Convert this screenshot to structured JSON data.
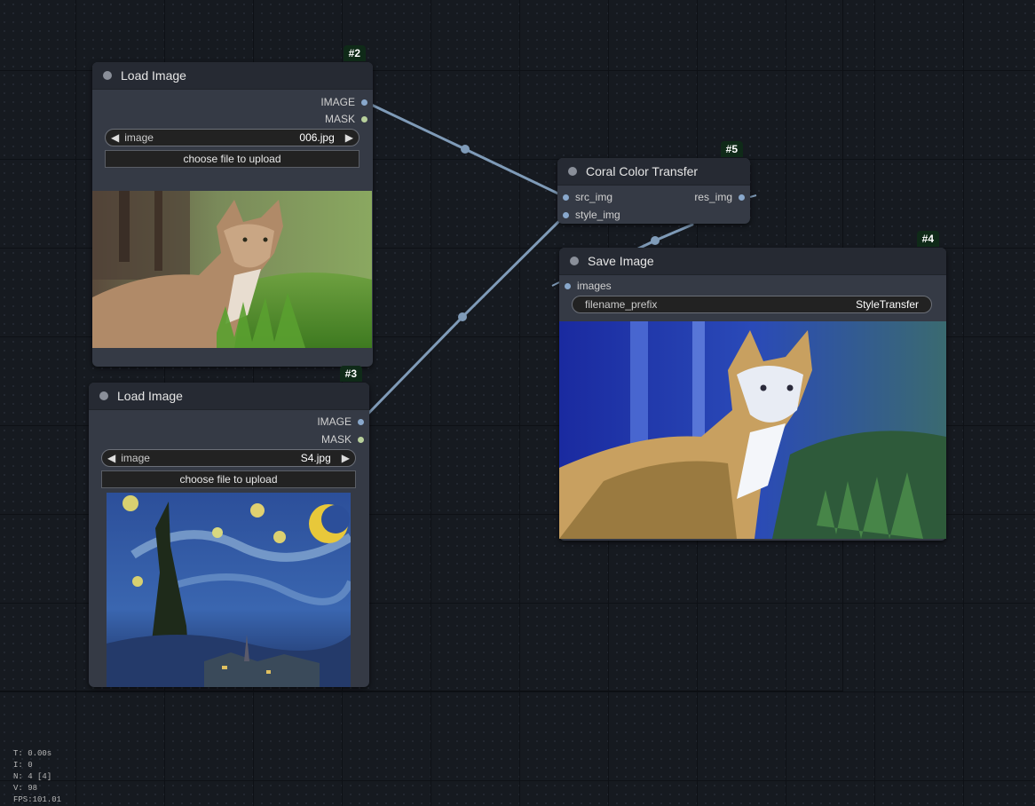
{
  "nodes": {
    "load_image_a": {
      "id": "#2",
      "title": "Load Image",
      "outputs": [
        "IMAGE",
        "MASK"
      ],
      "widget_label": "image",
      "widget_value": "006.jpg",
      "upload_label": "choose file to upload"
    },
    "load_image_b": {
      "id": "#3",
      "title": "Load Image",
      "outputs": [
        "IMAGE",
        "MASK"
      ],
      "widget_label": "image",
      "widget_value": "S4.jpg",
      "upload_label": "choose file to upload"
    },
    "coral": {
      "id": "#5",
      "title": "Coral Color Transfer",
      "inputs": [
        "src_img",
        "style_img"
      ],
      "outputs": [
        "res_img"
      ]
    },
    "save": {
      "id": "#4",
      "title": "Save Image",
      "inputs": [
        "images"
      ],
      "widget_label": "filename_prefix",
      "widget_value": "StyleTransfer"
    }
  },
  "stats": {
    "t": "T: 0.00s",
    "i": "I: 0",
    "n": "N: 4 [4]",
    "v": "V: 98",
    "fps": "FPS:101.01"
  },
  "colors": {
    "link": "#7f9bb8",
    "image_slot": "#89a8cc",
    "mask_slot": "#b8d09c",
    "node_id_badge": "#0f2a18"
  }
}
